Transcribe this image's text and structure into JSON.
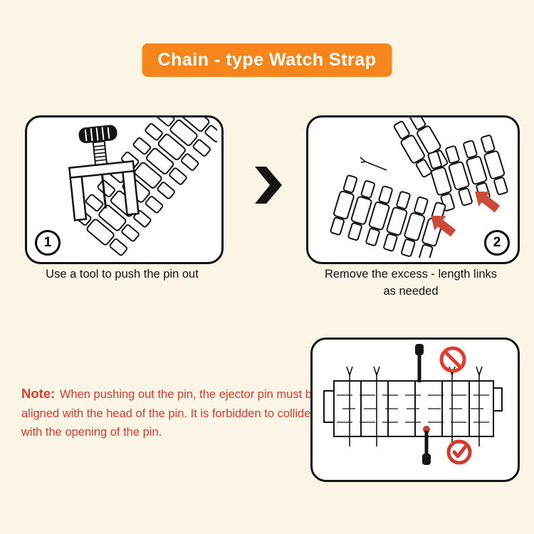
{
  "title": {
    "text": "Chain - type Watch Strap"
  },
  "steps": [
    {
      "number": "1",
      "caption": "Use a tool to push the pin out"
    },
    {
      "number": "2",
      "caption_line1": "Remove the excess - length links",
      "caption_line2": "as needed"
    }
  ],
  "note": {
    "label": "Note:",
    "text": "When pushing out the pin, the ejector pin must be aligned with the head of the pin. It is forbidden to collide with the opening of the pin."
  },
  "icons": {
    "between_steps": "chevron-right-icon",
    "wrong": "prohibition-icon",
    "right": "checkmark-icon",
    "direction_hints": "red-arrow-icon"
  },
  "colors": {
    "background": "#FBF5E6",
    "accent_orange": "#F6861C",
    "note_red": "#E5372C",
    "arrow_red": "#CD4A39",
    "outline_black": "#141414",
    "panel_bg": "#FFFFFF"
  }
}
